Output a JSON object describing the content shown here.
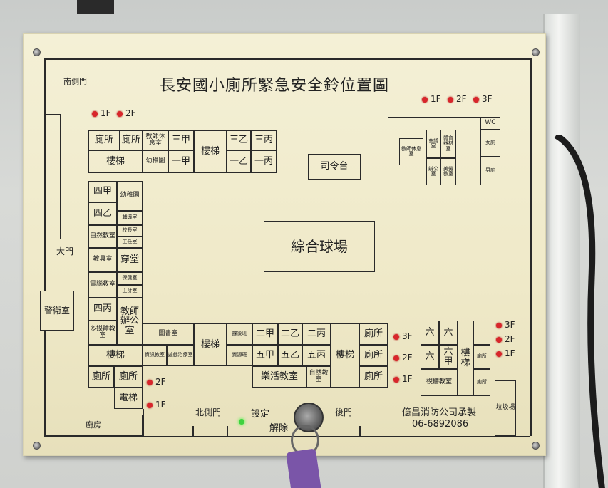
{
  "title": "長安國小廁所緊急安全鈴位置圖",
  "labels": {
    "south_door": "南側門",
    "main_gate": "大門",
    "guard_room": "警衛室",
    "north_door": "北側門",
    "back_door": "後門",
    "setup": "設定",
    "release": "解除",
    "maker": "億昌消防公司承製",
    "phone": "06-6892086",
    "court": "綜合球場",
    "podium": "司令台",
    "kitchen": "廚房",
    "elevator": "電梯",
    "garbage": "垃圾場",
    "wc": "WC"
  },
  "floors": {
    "f1": "1F",
    "f2": "2F",
    "f3": "3F"
  },
  "rooms": {
    "toilet": "廁所",
    "stairs": "樓梯",
    "teacher_rest": "教師休息室",
    "kg": "幼稚園",
    "san_jia": "三甲",
    "yi_jia": "一甲",
    "san_yi": "三乙",
    "san_bing": "三丙",
    "yi_yi": "一乙",
    "yi_bing": "一丙",
    "si_jia": "四甲",
    "si_yi": "四乙",
    "kg2": "幼稚園",
    "counsel": "輔導室",
    "principal": "校長室",
    "director": "主任室",
    "nature": "自然教室",
    "equipment": "教具室",
    "hall": "穿堂",
    "computer": "電腦教室",
    "health": "保健室",
    "accounting": "主計室",
    "si_bing": "四丙",
    "teacher_office": "教師辦公室",
    "multimedia": "多媒體教室",
    "library": "圖書室",
    "it_room": "資訊教室",
    "therapy": "遊戲治療室",
    "after_class": "課後班",
    "resource": "資源班",
    "er_jia": "二甲",
    "er_yi": "二乙",
    "er_bing": "二丙",
    "wu_jia": "五甲",
    "wu_yi": "五乙",
    "wu_bing": "五丙",
    "music": "樂活教室",
    "nature2": "自然教室",
    "liu": "六",
    "liu_jia": "六甲",
    "av_room": "視聽教室",
    "teacher_rest2": "教師休息室",
    "meeting": "會議室",
    "office": "辦公室",
    "sports": "體育器材室",
    "art": "美勞教室",
    "female_wc": "女廁",
    "male_wc": "男廁"
  }
}
